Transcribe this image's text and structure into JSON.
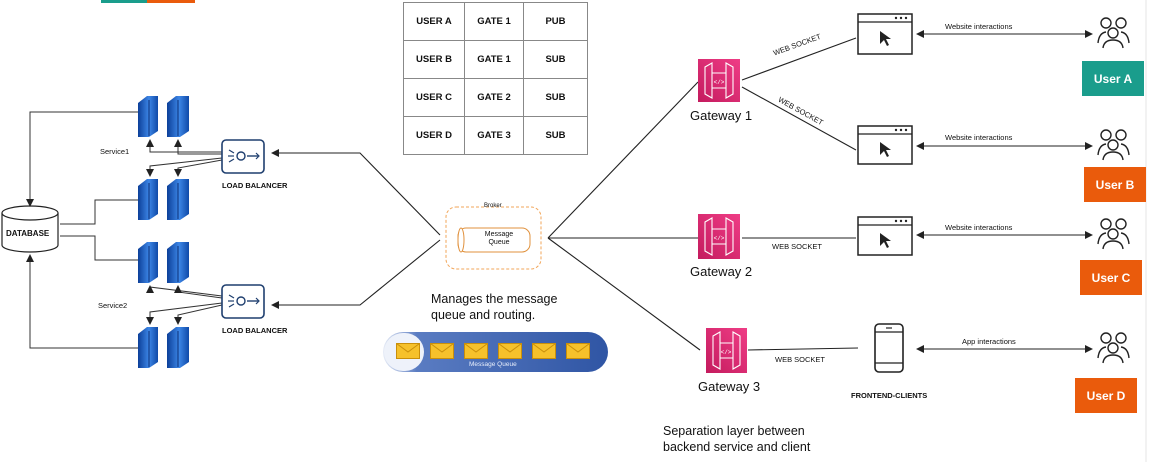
{
  "colors": {
    "user_a": "#1a9d8c",
    "user_b": "#ea5b0c",
    "user_c": "#ea5b0c",
    "user_d": "#ea5b0c",
    "gateway": "#d6246e",
    "server": "#1e5fbf",
    "broker_border": "#f2a65a",
    "queue_bar": "#2f55a4",
    "envelope": "#f6c12b"
  },
  "database": {
    "label": "DATABASE"
  },
  "services": [
    {
      "label": "Service1"
    },
    {
      "label": "Service2"
    }
  ],
  "load_balancers": [
    {
      "label": "LOAD BALANCER"
    },
    {
      "label": "LOAD BALANCER"
    }
  ],
  "mapping_table": {
    "rows": [
      [
        "USER A",
        "GATE 1",
        "PUB"
      ],
      [
        "USER B",
        "GATE 1",
        "SUB"
      ],
      [
        "USER C",
        "GATE 2",
        "SUB"
      ],
      [
        "USER D",
        "GATE 3",
        "SUB"
      ]
    ]
  },
  "broker": {
    "title": "Broker",
    "queue_label_line1": "Message",
    "queue_label_line2": "Queue",
    "note_line1": "Manages the message",
    "note_line2": "queue and routing.",
    "queue_bar_label": "Message Queue",
    "icons": [
      "envelope-icon",
      "envelope-icon",
      "envelope-icon",
      "envelope-icon",
      "envelope-icon",
      "envelope-icon"
    ]
  },
  "gateways": [
    {
      "label": "Gateway 1"
    },
    {
      "label": "Gateway 2"
    },
    {
      "label": "Gateway 3"
    }
  ],
  "connections": {
    "websocket": "WEB SOCKET",
    "website_interactions": "Website interactions",
    "app_interactions": "App interactions"
  },
  "frontend": {
    "label": "FRONTEND-CLIENTS"
  },
  "users": [
    {
      "label": "User A"
    },
    {
      "label": "User B"
    },
    {
      "label": "User C"
    },
    {
      "label": "User D"
    }
  ],
  "separation_note": {
    "line1": "Separation layer between",
    "line2": "backend service and client"
  }
}
